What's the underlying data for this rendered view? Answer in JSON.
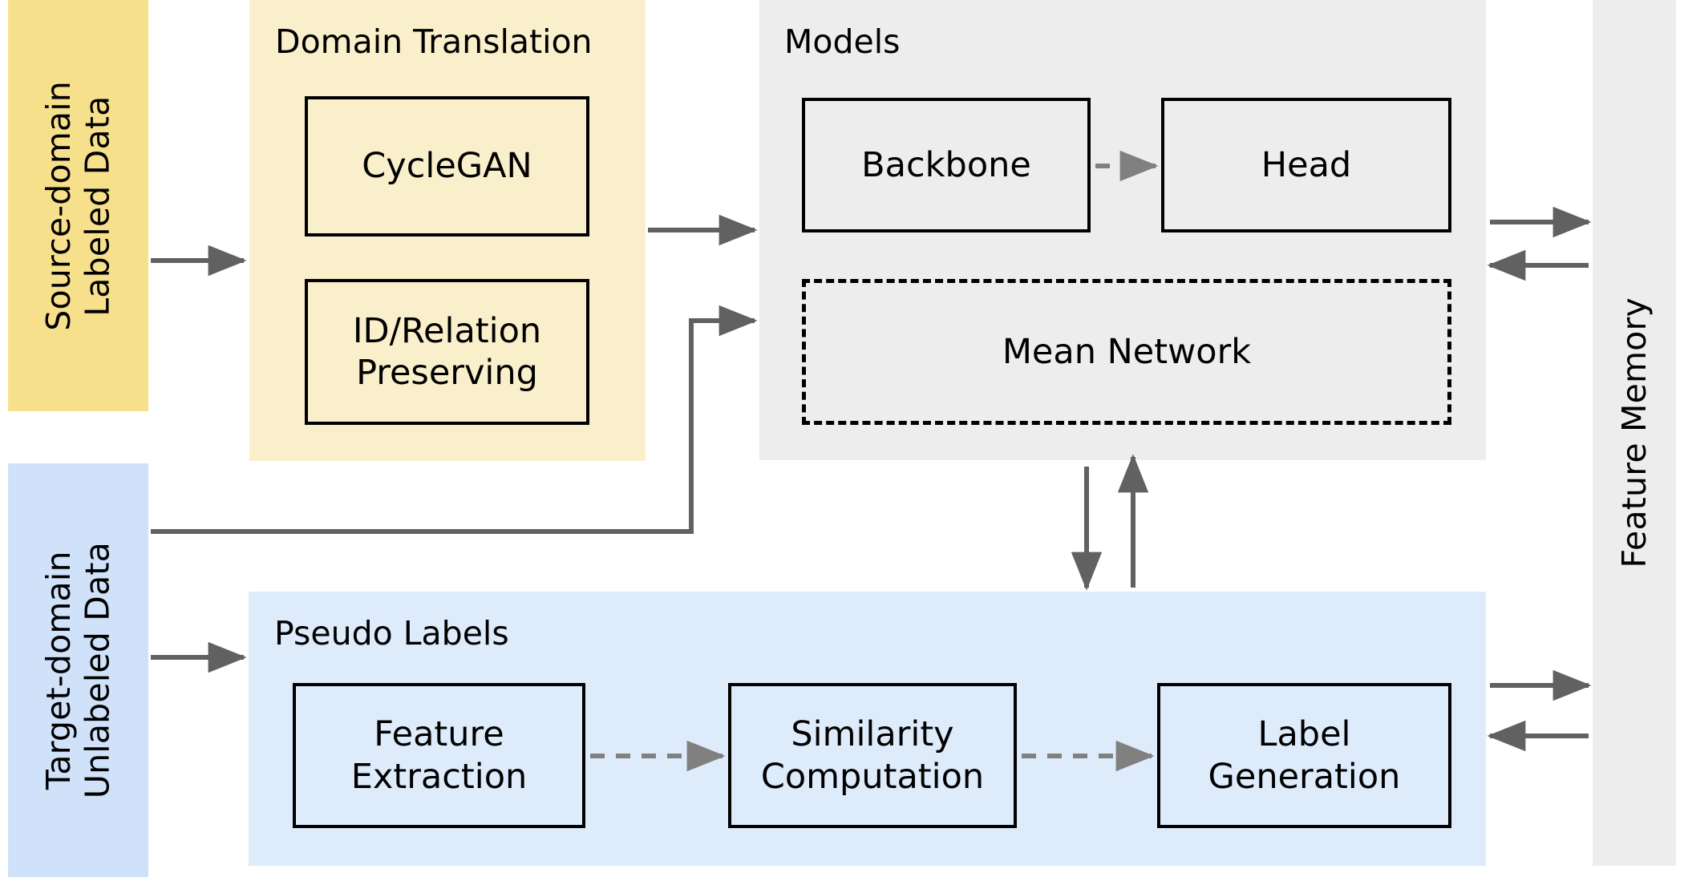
{
  "colors": {
    "source_box": "#f7e08c",
    "translation_panel": "#faefcb",
    "models_panel": "#ededed",
    "target_box": "#cfe2f9",
    "pseudo_panel": "#deebfb",
    "memory_panel": "#ededed",
    "arrow": "#616161",
    "dashed_arrow": "#808080",
    "node_border": "#000000"
  },
  "source_data": {
    "label": "Source-domain\nLabeled Data"
  },
  "target_data": {
    "label": "Target-domain\nUnlabeled Data"
  },
  "feature_memory": {
    "label": "Feature Memory"
  },
  "translation": {
    "title": "Domain Translation",
    "nodes": [
      {
        "label": "CycleGAN"
      },
      {
        "label": "ID/Relation\nPreserving"
      }
    ]
  },
  "models": {
    "title": "Models",
    "nodes": [
      {
        "label": "Backbone"
      },
      {
        "label": "Head"
      },
      {
        "label": "Mean Network"
      }
    ]
  },
  "pseudo_labels": {
    "title": "Pseudo Labels",
    "nodes": [
      {
        "label": "Feature\nExtraction"
      },
      {
        "label": "Similarity\nComputation"
      },
      {
        "label": "Label\nGeneration"
      }
    ]
  },
  "connections": [
    {
      "name": "source-to-translation",
      "style": "solid"
    },
    {
      "name": "translation-to-models",
      "style": "solid"
    },
    {
      "name": "target-to-models",
      "style": "solid"
    },
    {
      "name": "target-to-pseudo-labels",
      "style": "solid"
    },
    {
      "name": "backbone-to-head",
      "style": "dashed"
    },
    {
      "name": "models-to-memory",
      "style": "solid"
    },
    {
      "name": "memory-to-models",
      "style": "solid"
    },
    {
      "name": "models-to-pseudo-labels",
      "style": "solid"
    },
    {
      "name": "pseudo-labels-to-models",
      "style": "solid"
    },
    {
      "name": "feature-extraction-to-similarity",
      "style": "dashed"
    },
    {
      "name": "similarity-to-label-generation",
      "style": "dashed"
    },
    {
      "name": "pseudo-labels-to-memory",
      "style": "solid"
    },
    {
      "name": "memory-to-pseudo-labels",
      "style": "solid"
    }
  ]
}
